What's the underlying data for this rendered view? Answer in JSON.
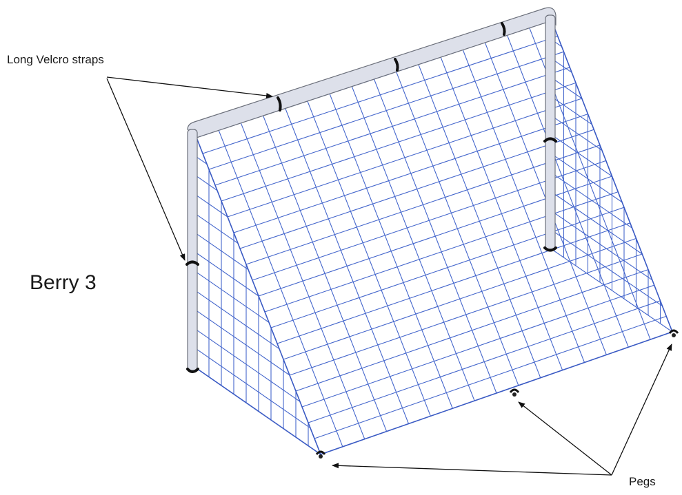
{
  "diagram": {
    "title": "Berry 3",
    "labels": {
      "straps": "Long Velcro straps",
      "pegs": "Pegs"
    },
    "colors": {
      "net": "#4466cc",
      "frame": "#dde0ea",
      "text": "#1a1a1a"
    }
  }
}
